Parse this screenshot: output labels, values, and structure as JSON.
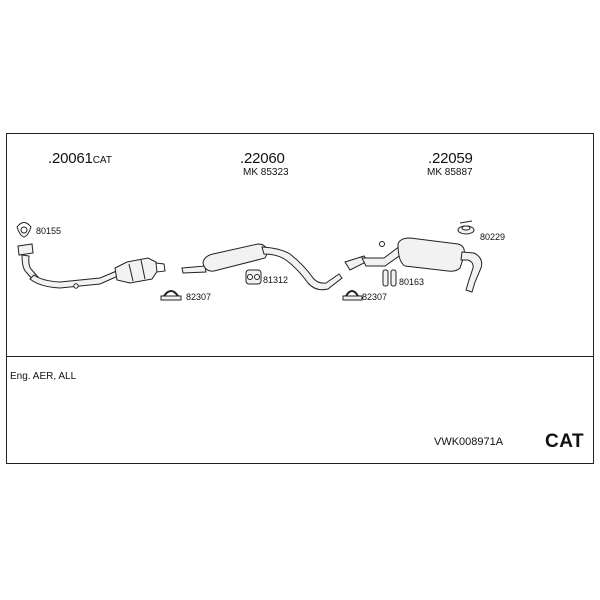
{
  "assemblies": [
    {
      "number": ".20061",
      "suffix": "CAT",
      "kit": ""
    },
    {
      "number": ".22060",
      "suffix": "",
      "kit": "MK  85323"
    },
    {
      "number": ".22059",
      "suffix": "",
      "kit": "MK  85887"
    }
  ],
  "parts": [
    {
      "label": "80155"
    },
    {
      "label": "82307"
    },
    {
      "label": "81312"
    },
    {
      "label": "82307"
    },
    {
      "label": "80163"
    },
    {
      "label": "80229"
    }
  ],
  "footer": {
    "engine": "Eng. AER, ALL",
    "code": "VWK008971A",
    "badge": "CAT"
  }
}
